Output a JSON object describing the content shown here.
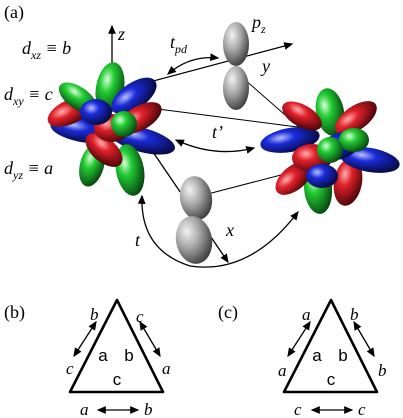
{
  "panel_a": {
    "label": "(a)",
    "axis_z": "z",
    "axis_y": "y",
    "axis_x": "x",
    "pz_main": "p",
    "pz_sub": "z",
    "tpd_main": "t",
    "tpd_sub": "pd",
    "tprime": "t’",
    "t": "t",
    "orbital_labels": [
      {
        "main": "d",
        "sub": "xz",
        "rest": " ≡ b"
      },
      {
        "main": "d",
        "sub": "xy",
        "rest": " ≡ c"
      },
      {
        "main": "d",
        "sub": "yz",
        "rest": " ≡ a"
      }
    ]
  },
  "panel_b": {
    "label": "(b)",
    "inner": [
      "a",
      "b",
      "c"
    ],
    "left_edge": [
      "c",
      "b"
    ],
    "right_edge": [
      "c",
      "a"
    ],
    "bottom_edge": [
      "a",
      "b"
    ]
  },
  "panel_c": {
    "label": "(c)",
    "inner": [
      "a",
      "b",
      "c"
    ],
    "left_edge": [
      "a",
      "a"
    ],
    "right_edge": [
      "b",
      "b"
    ],
    "bottom_edge": [
      "c",
      "c"
    ]
  },
  "colors": {
    "red": "#e0202a",
    "green": "#22cc33",
    "blue": "#1a2ad8",
    "gray": "#9a9a9a"
  }
}
